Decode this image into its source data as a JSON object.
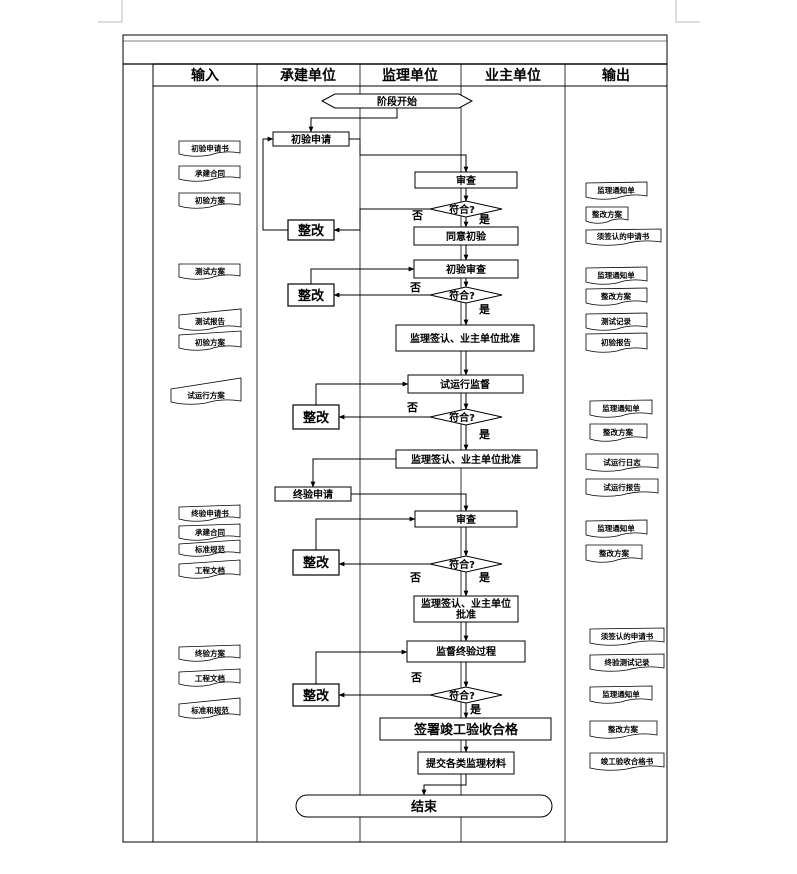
{
  "columns": [
    "输入",
    "承建单位",
    "监理单位",
    "业主单位",
    "输出"
  ],
  "nodes": {
    "start": "阶段开始",
    "first_apply": "初验申请",
    "review1": "审查",
    "check1": "符合?",
    "rectify1": "整改",
    "agree_first": "同意初验",
    "first_review": "初验审查",
    "rectify2": "整改",
    "check2": "符合?",
    "approve1": "监理签认、业主单位批准",
    "trial_supervise": "试运行监督",
    "rectify3": "整改",
    "check3": "符合?",
    "approve2": "监理签认、业主单位批准",
    "final_apply": "终验申请",
    "review2": "审查",
    "rectify4": "整改",
    "check4": "符合?",
    "approve3_line1": "监理签认、业主单位",
    "approve3_line2": "批准",
    "final_supervise": "监督终验过程",
    "rectify5": "整改",
    "check5": "符合?",
    "sign_complete": "签署竣工验收合格",
    "submit_docs": "提交各类监理材料",
    "end": "结束"
  },
  "decision_labels": {
    "yes": "是",
    "no": "否"
  },
  "inputs": {
    "first_apply_doc": "初验申请书",
    "contract": "承建合同",
    "first_plan": "初验方案",
    "test_plan": "测试方案",
    "test_report": "测试报告",
    "first_plan2": "初验方案",
    "trial_plan": "试运行方案",
    "final_apply_doc": "终验申请书",
    "contract2": "承建合同",
    "standards": "标准规范",
    "eng_docs": "工程文档",
    "final_plan": "终验方案",
    "eng_docs2": "工程文档",
    "standards2": "标准和规范"
  },
  "outputs": {
    "notice1": "监理通知单",
    "rectify_plan1": "整改方案",
    "signed_apply1": "须签认的申请书",
    "notice2": "监理通知单",
    "rectify_plan2": "整改方案",
    "test_record": "测试记录",
    "first_report": "初验报告",
    "notice3": "监理通知单",
    "rectify_plan3": "整改方案",
    "trial_log": "试运行日志",
    "trial_report": "试运行报告",
    "notice4": "监理通知单",
    "rectify_plan4": "整改方案",
    "signed_apply2": "须签认的申请书",
    "final_test_record": "终验测试记录",
    "notice5": "监理通知单",
    "rectify_plan5": "整改方案",
    "completion_cert": "竣工验收合格书"
  }
}
